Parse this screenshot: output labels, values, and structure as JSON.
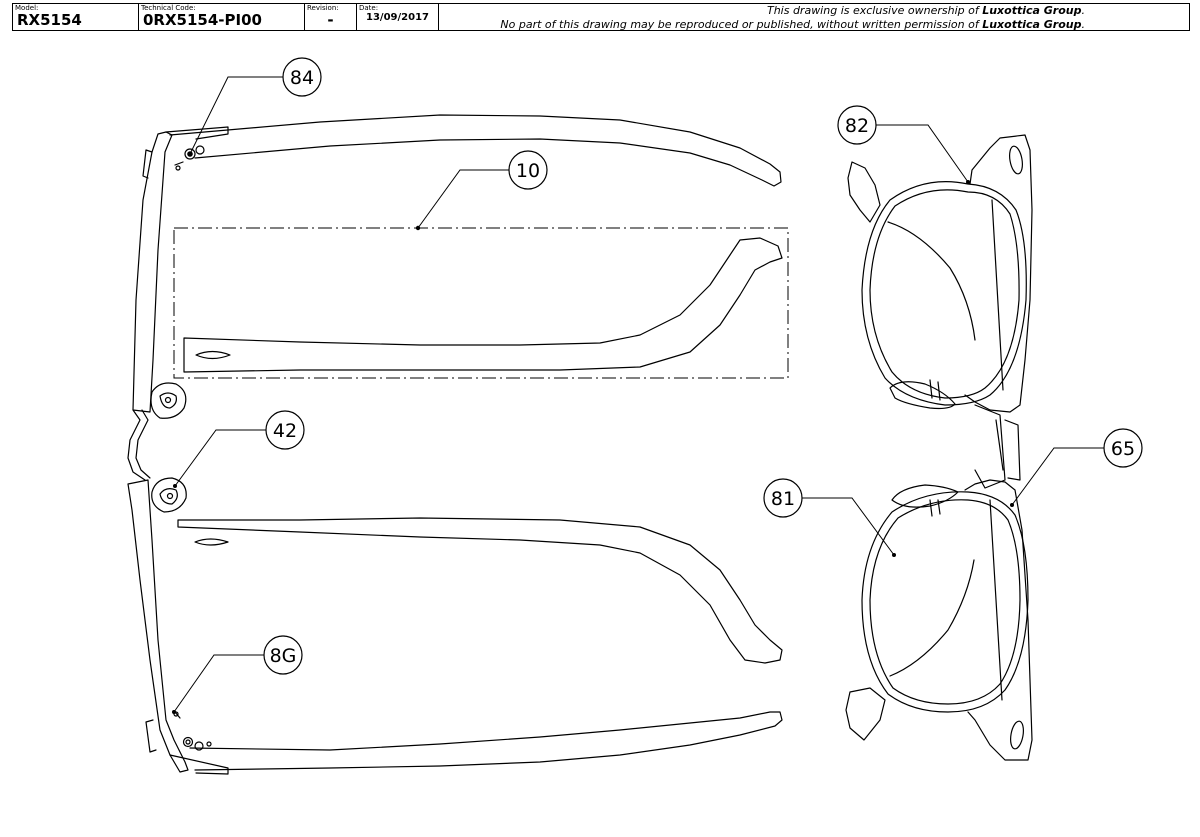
{
  "title_block": {
    "model_label": "Model:",
    "model_value": "RX5154",
    "tech_label": "Technical Code:",
    "tech_value": "0RX5154-PI00",
    "revision_label": "Revision:",
    "revision_value": "-",
    "date_label": "Date:",
    "date_value": "13/09/2017",
    "notice_line1_a": "This drawing is exclusive ownership of ",
    "notice_line1_b": "Luxottica Group",
    "notice_line1_c": ".",
    "notice_line2_a": "No part of this drawing may be reproduced or published, without written permission of ",
    "notice_line2_b": "Luxottica Group",
    "notice_line2_c": "."
  },
  "callouts": [
    {
      "id": "84",
      "label": "84"
    },
    {
      "id": "10",
      "label": "10"
    },
    {
      "id": "42",
      "label": "42"
    },
    {
      "id": "8G",
      "label": "8G"
    },
    {
      "id": "82",
      "label": "82"
    },
    {
      "id": "65",
      "label": "65"
    },
    {
      "id": "81",
      "label": "81"
    }
  ]
}
